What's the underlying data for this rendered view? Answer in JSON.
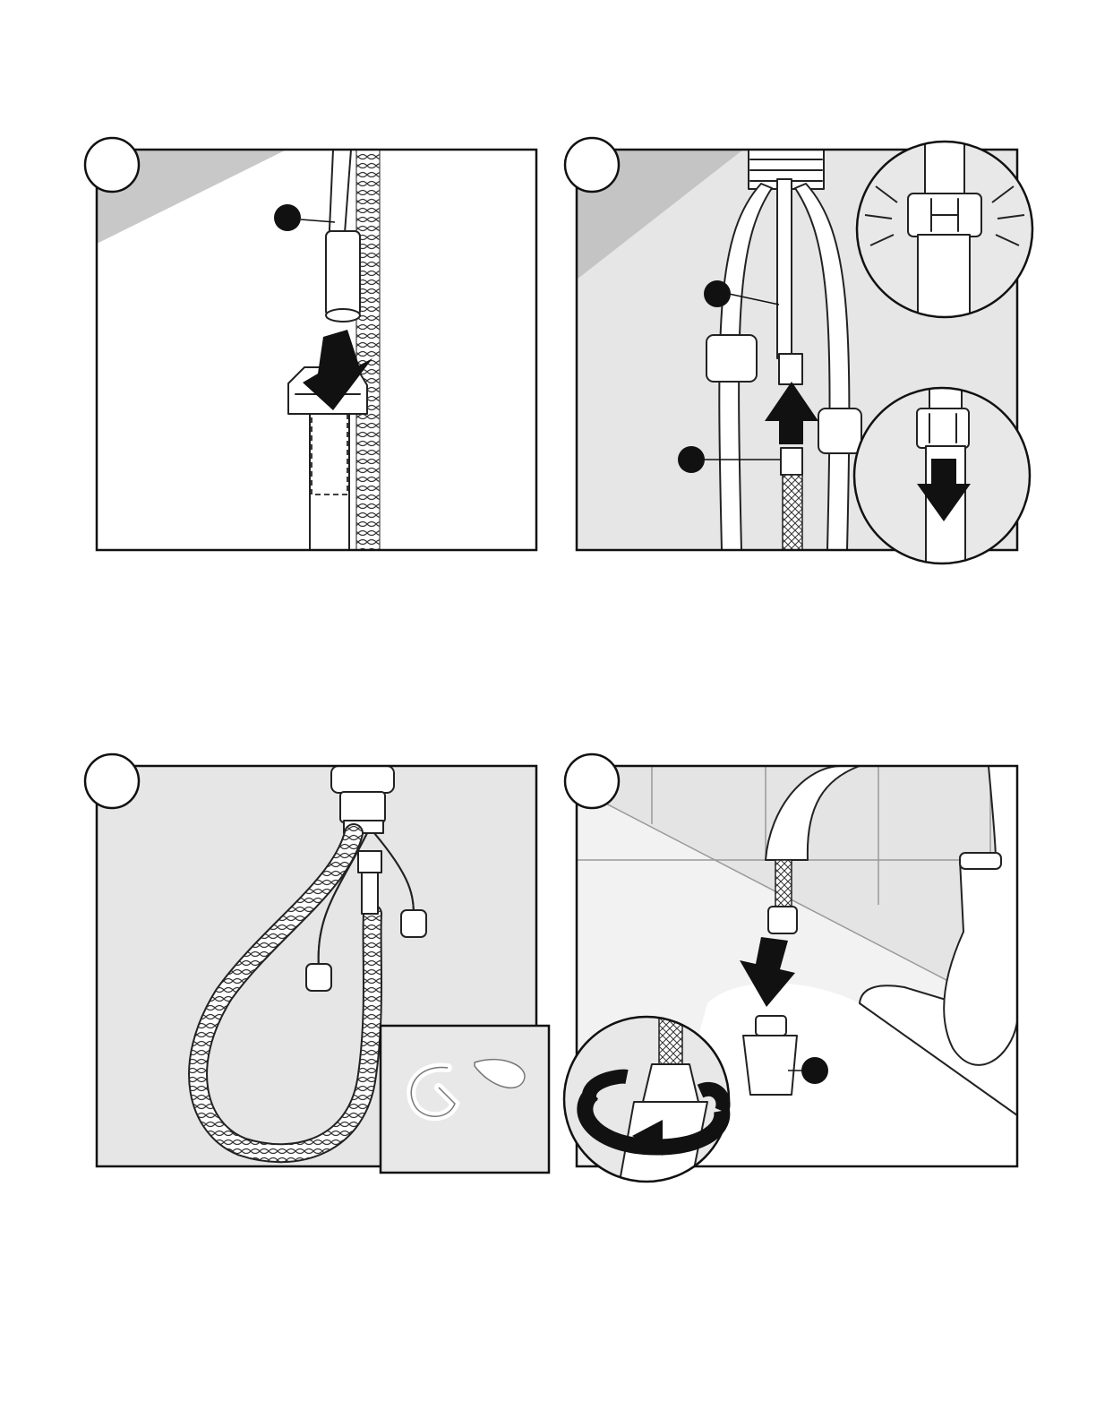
{
  "document": {
    "type": "installation-instructions",
    "panels": [
      {
        "id": "panel-1",
        "step_label": ""
      },
      {
        "id": "panel-2",
        "step_label": ""
      },
      {
        "id": "panel-3",
        "step_label": ""
      },
      {
        "id": "panel-4",
        "step_label": ""
      }
    ]
  },
  "colors": {
    "background": "#ffffff",
    "panel_fill": "#e8e8e8",
    "wall_shade": "#c8c8c8",
    "line": "#222222",
    "callout": "#111111"
  },
  "icons": [
    "arrow-down-icon",
    "arrow-up-icon",
    "rotate-arrow-icon",
    "clip-icon"
  ]
}
